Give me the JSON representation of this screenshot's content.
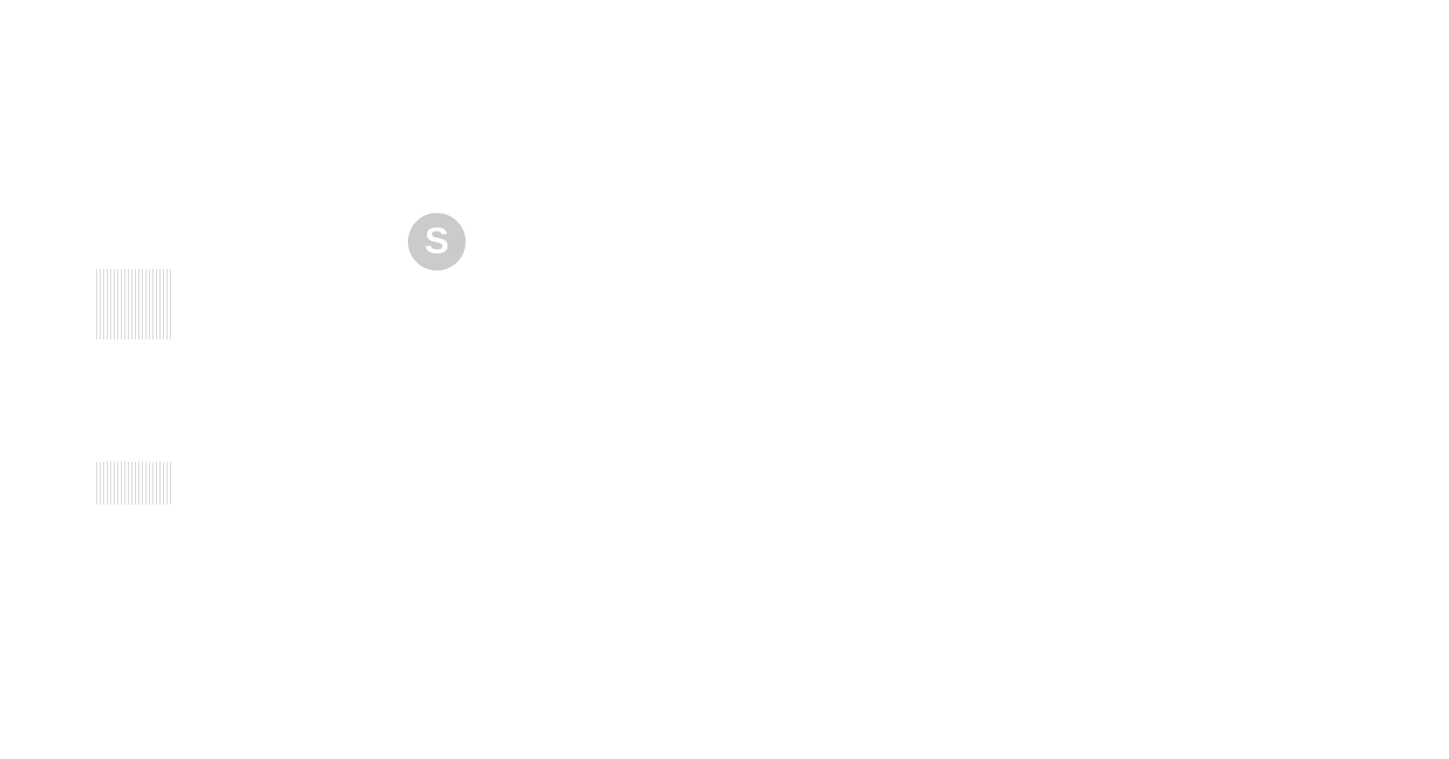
{
  "avatar": {
    "initial": "S",
    "background": "#cbcbcb",
    "text_color": "#ffffff"
  },
  "placeholders": {
    "stripe_color": "#c8c8c8",
    "items": [
      "placeholder-stripes",
      "placeholder-stripes"
    ]
  }
}
